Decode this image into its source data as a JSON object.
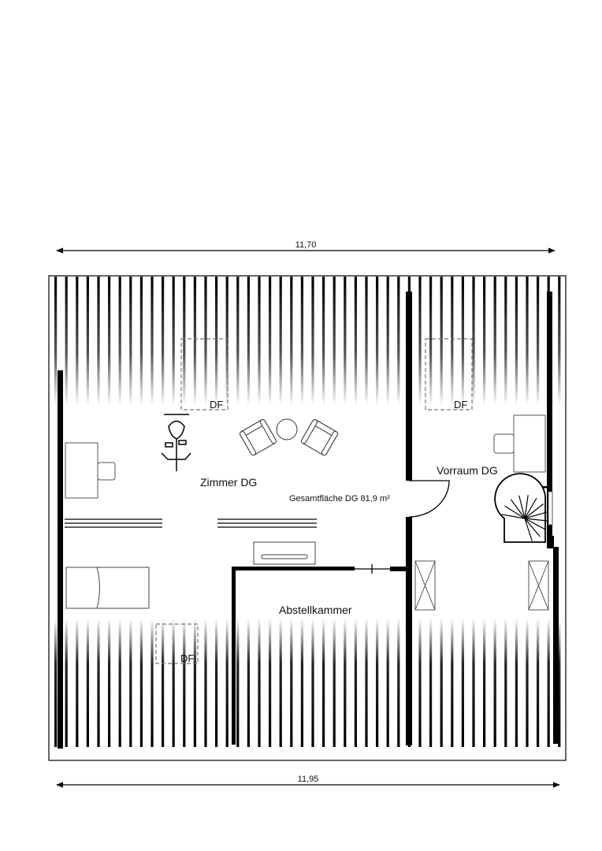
{
  "dimensions": {
    "top": "11,70",
    "bottom": "11,95"
  },
  "rooms": {
    "zimmer": "Zimmer DG",
    "vorraum": "Vorraum DG",
    "abstellkammer": "Abstellkammer"
  },
  "total_area": "Gesamtfläche DG 81,9 m²",
  "skylights": [
    "DF",
    "DF",
    "DF"
  ],
  "colors": {
    "wall": "#000000",
    "hatch": "#000000",
    "background": "#ffffff"
  }
}
